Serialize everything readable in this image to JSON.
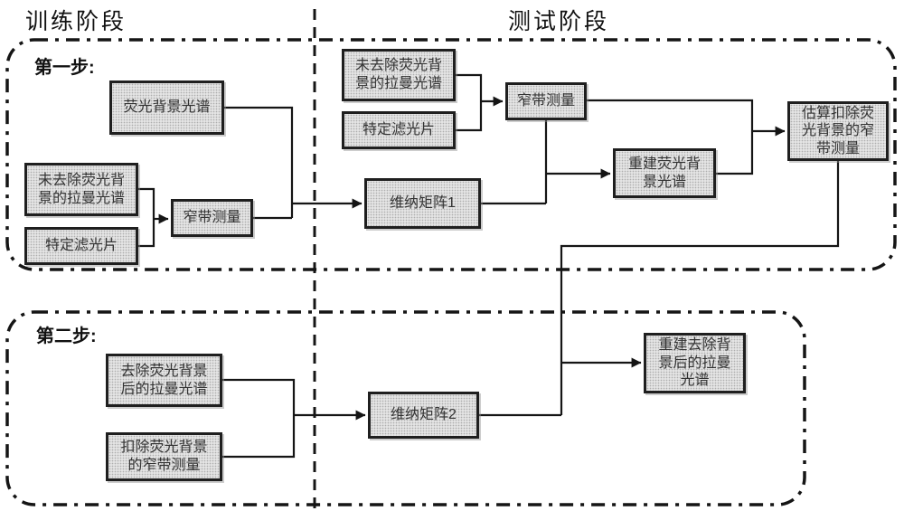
{
  "diagram": {
    "headers": {
      "training": "训练阶段",
      "testing": "测试阶段"
    },
    "step_labels": {
      "step1": "第一步:",
      "step2": "第二步:"
    },
    "training_step1": {
      "fluorescence_background_spectrum": "荧光背景光谱",
      "raw_raman_spectrum": "未去除荧光背\n景的拉曼光谱",
      "specific_filter": "特定滤光片",
      "narrowband_measurement": "窄带测量"
    },
    "testing": {
      "raw_raman_spectrum": "未去除荧光背\n景的拉曼光谱",
      "specific_filter": "特定滤光片",
      "narrowband_measurement": "窄带测量",
      "wiener_matrix_1": "维纳矩阵1",
      "reconstructed_fluorescence_background": "重建荧光背\n景光谱",
      "estimated_background_subtracted_narrowband": "估算扣除荧\n光背景的窄\n带测量",
      "reconstructed_background_free_raman": "重建去除背\n景后的拉曼\n光谱"
    },
    "training_step2": {
      "background_free_raman_spectrum": "去除荧光背景\n后的拉曼光谱",
      "background_subtracted_narrowband": "扣除荧光背景\n的窄带测量",
      "wiener_matrix_2": "维纳矩阵2"
    },
    "colors": {
      "box_fill": "#e4e4e4",
      "box_border": "#1f1f1f",
      "line": "#151515",
      "background": "#ffffff",
      "text": "#333333"
    }
  }
}
